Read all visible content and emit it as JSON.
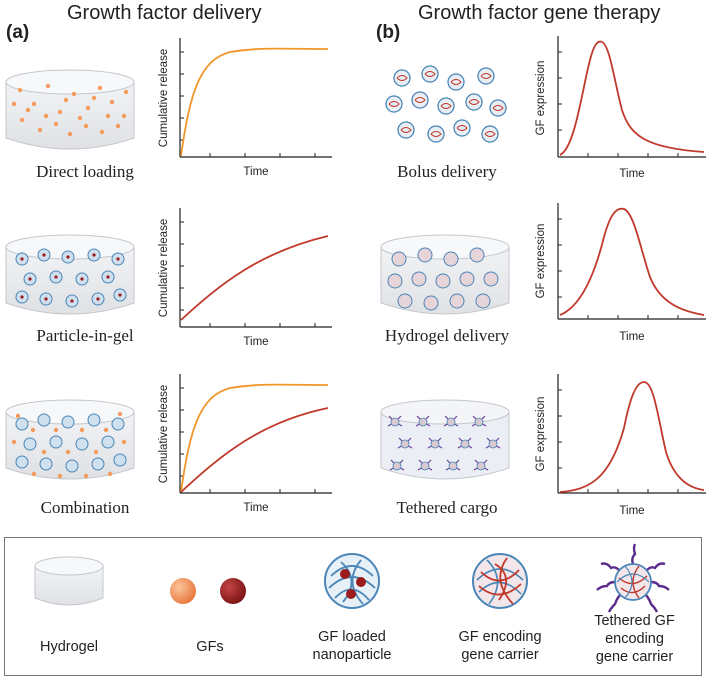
{
  "headings": {
    "left": "Growth factor delivery",
    "right": "Growth factor gene therapy"
  },
  "panels": {
    "a": "(a)",
    "b": "(b)"
  },
  "captions": {
    "row1_left": "Direct loading",
    "row2_left": "Particle-in-gel",
    "row3_left": "Combination",
    "row1_right": "Bolus delivery",
    "row2_right": "Hydrogel delivery",
    "row3_right": "Tethered cargo"
  },
  "axis_labels": {
    "release_y": "Cumulative release",
    "expression_y": "GF expression",
    "time_x": "Time"
  },
  "legend": {
    "hydrogel": "Hydrogel",
    "gfs": "GFs",
    "gf_loaded_np": [
      "GF loaded",
      "nanoparticle"
    ],
    "gf_encoding": [
      "GF encoding",
      "gene carrier"
    ],
    "tethered": [
      "Tethered GF",
      "encoding",
      "gene carrier"
    ]
  },
  "colors": {
    "fast_release": "#f0962a",
    "slow_release": "#c0392b",
    "expression": "#c0392b",
    "gf_orange": "#f49a5c",
    "gf_red": "#9b1c1c",
    "carrier_blue": "#4a86b8",
    "tether_purple": "#6a3d9a"
  },
  "chart_data": [
    {
      "type": "line",
      "series": [
        {
          "color": "#f0962a",
          "shape": "fast-saturating"
        }
      ],
      "ylabel": "Cumulative release",
      "xlabel": "Time"
    },
    {
      "type": "line",
      "series": [
        {
          "color": "#c0392b",
          "shape": "slow-rising"
        }
      ],
      "ylabel": "Cumulative release",
      "xlabel": "Time"
    },
    {
      "type": "line",
      "series": [
        {
          "color": "#f0962a",
          "shape": "fast-saturating"
        },
        {
          "color": "#c0392b",
          "shape": "slow-rising"
        }
      ],
      "ylabel": "Cumulative release",
      "xlabel": "Time"
    },
    {
      "type": "line",
      "series": [
        {
          "color": "#c0392b",
          "shape": "early-sharp-peak"
        }
      ],
      "ylabel": "GF expression",
      "xlabel": "Time"
    },
    {
      "type": "line",
      "series": [
        {
          "color": "#c0392b",
          "shape": "mid-peak"
        }
      ],
      "ylabel": "GF expression",
      "xlabel": "Time"
    },
    {
      "type": "line",
      "series": [
        {
          "color": "#c0392b",
          "shape": "late-peak"
        }
      ],
      "ylabel": "GF expression",
      "xlabel": "Time"
    }
  ]
}
